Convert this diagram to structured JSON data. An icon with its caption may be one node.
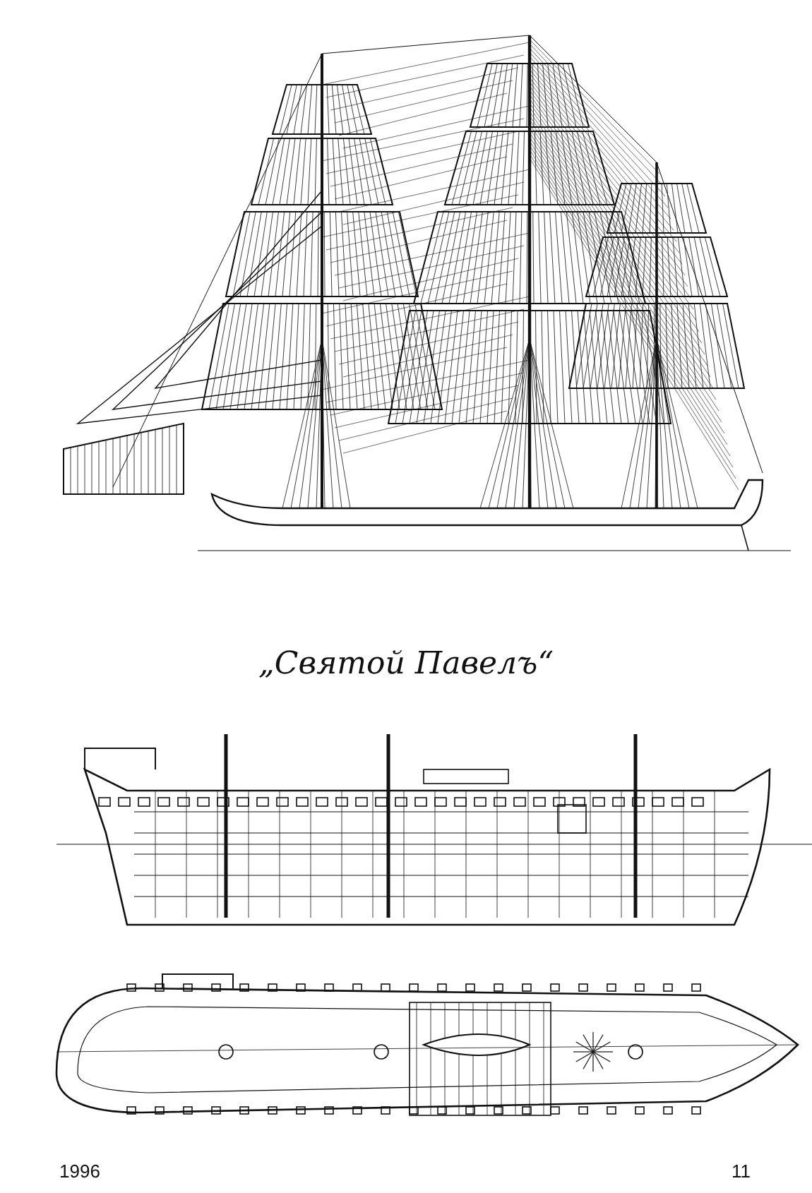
{
  "diagram": {
    "title": "„Святой Павелъ“",
    "labels": [
      "1996",
      "11"
    ]
  }
}
